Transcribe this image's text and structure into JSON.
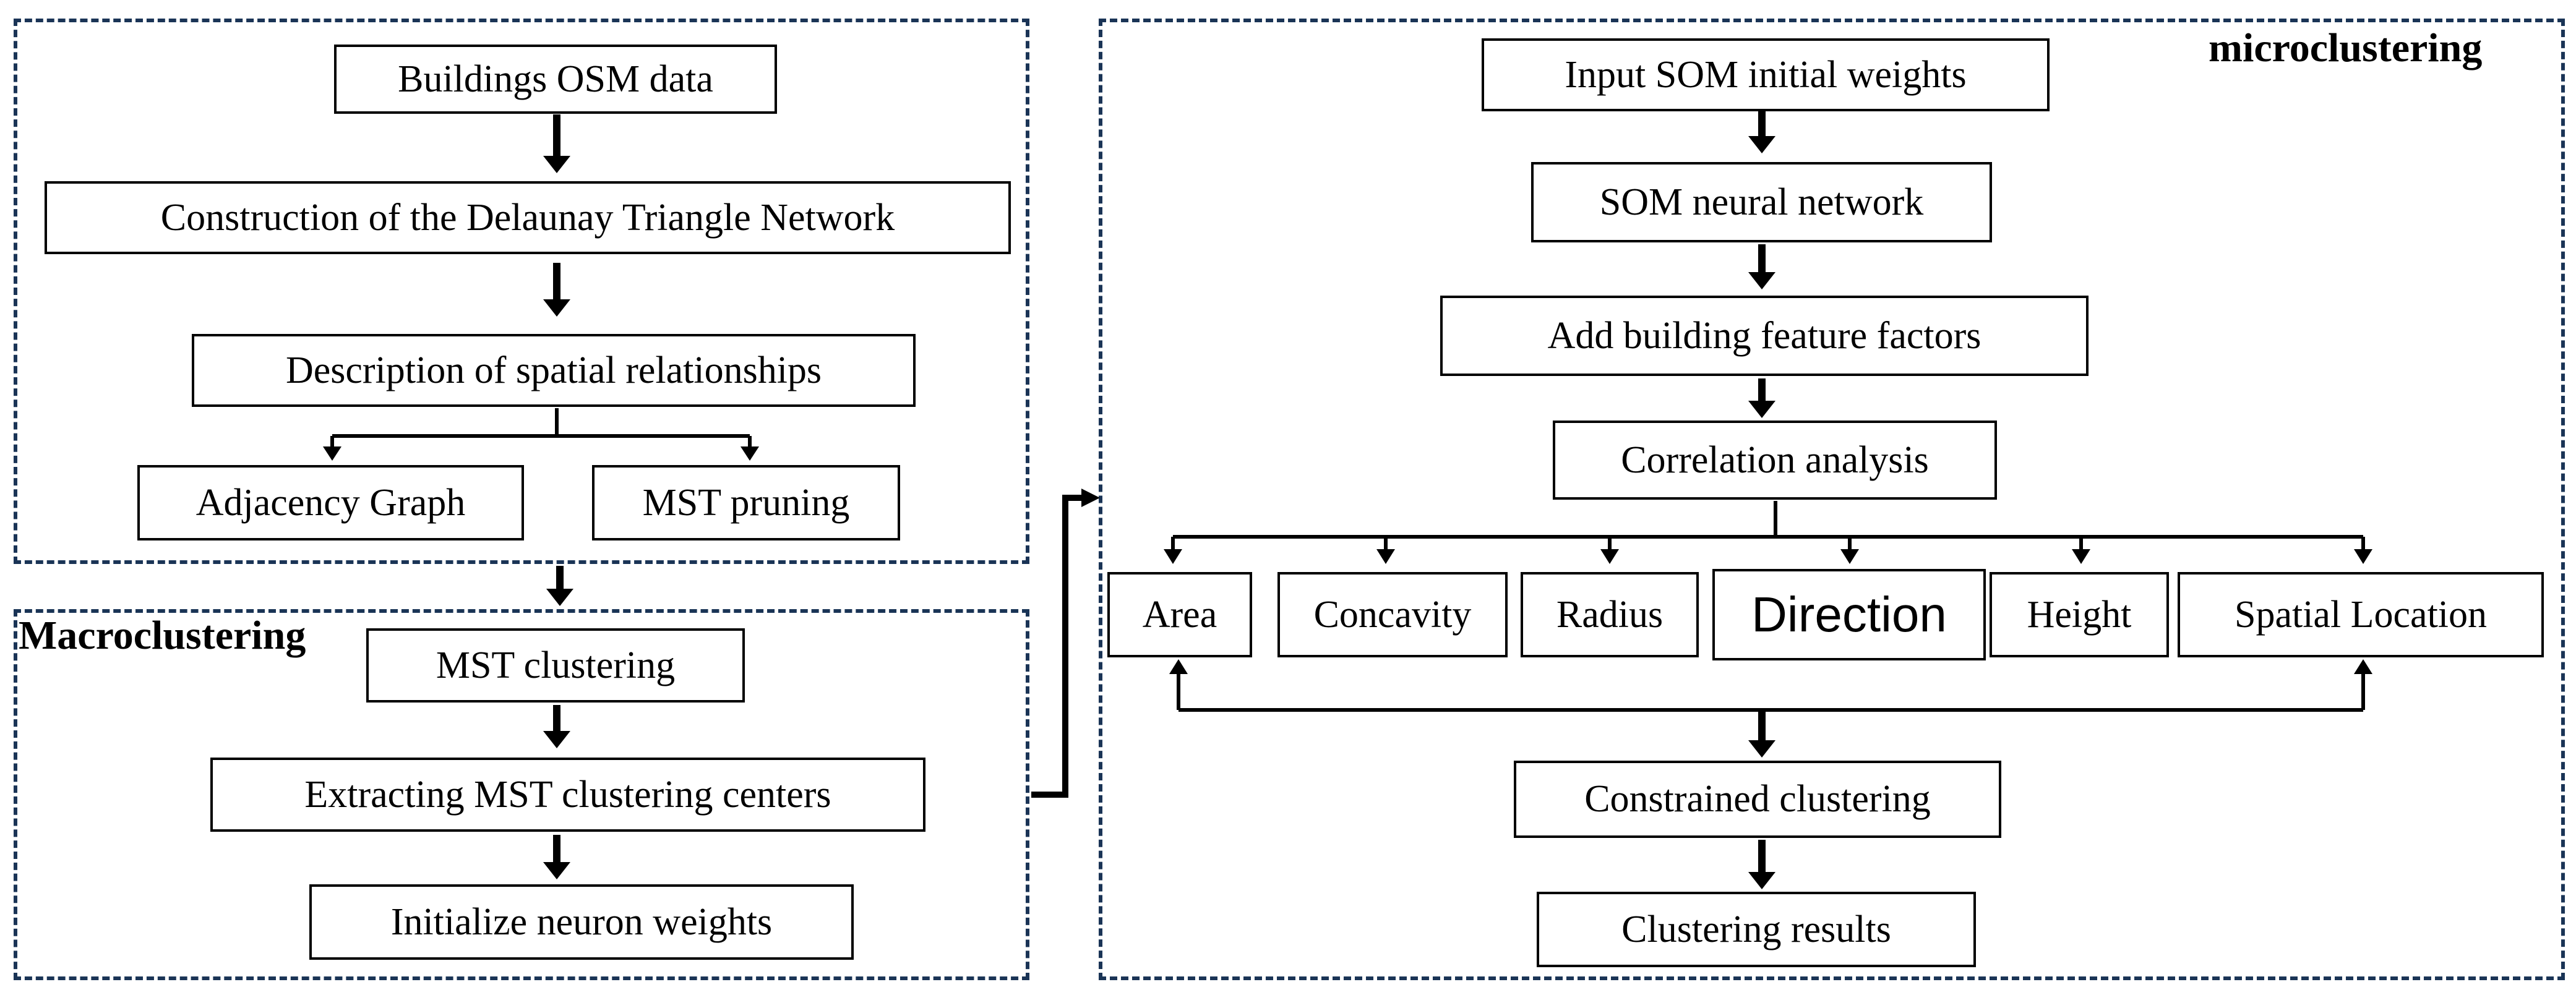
{
  "regions": {
    "macro_title": "Macroclustering",
    "micro_title": "microclustering"
  },
  "nodes": {
    "buildings_osm": "Buildings OSM data",
    "delaunay": "Construction of the Delaunay Triangle Network",
    "spatial_rel": "Description of spatial relationships",
    "adjacency": "Adjacency Graph",
    "mst_pruning": "MST pruning",
    "mst_clustering": "MST clustering",
    "extract_centers": "Extracting MST clustering centers",
    "init_weights": "Initialize neuron weights",
    "input_som": "Input SOM initial weights",
    "som_nn": "SOM neural network",
    "add_features": "Add building feature factors",
    "correlation": "Correlation analysis",
    "area": "Area",
    "concavity": "Concavity",
    "radius": "Radius",
    "direction": "Direction",
    "height": "Height",
    "spatial_location": "Spatial Location",
    "constrained": "Constrained clustering",
    "results": "Clustering results"
  }
}
